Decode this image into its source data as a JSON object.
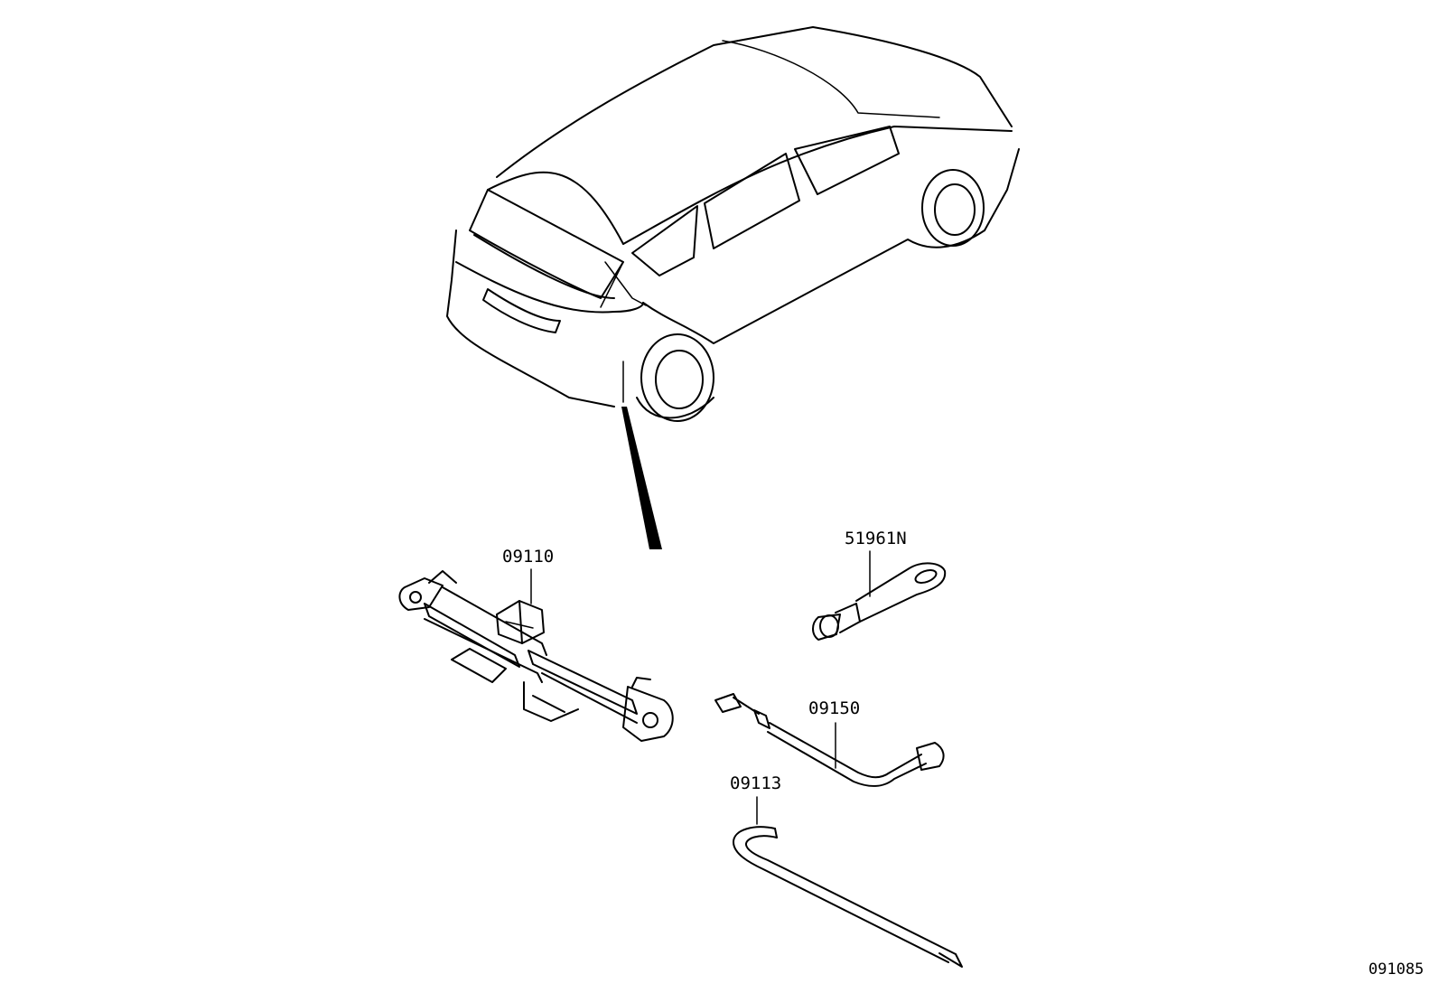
{
  "parts": [
    {
      "number": "09110",
      "name": "jack"
    },
    {
      "number": "51961N",
      "name": "towing-eye"
    },
    {
      "number": "09150",
      "name": "wheel-nut-wrench"
    },
    {
      "number": "09113",
      "name": "jack-handle"
    }
  ],
  "diagram_id": "091085"
}
